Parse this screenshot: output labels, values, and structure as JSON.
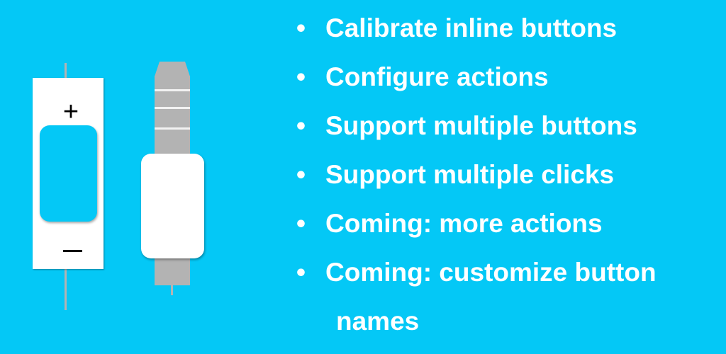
{
  "graphic": {
    "remote": {
      "plus_label": "+",
      "minus_label": "–"
    },
    "bullet": "•"
  },
  "features": [
    "Calibrate inline buttons",
    "Configure actions",
    "Support multiple buttons",
    "Support multiple clicks",
    "Coming: more actions",
    "Coming: customize button"
  ],
  "features_continuation": "names",
  "colors": {
    "background": "#04c8f6",
    "text": "#ffffff",
    "device_gray": "#b3b3b3"
  }
}
